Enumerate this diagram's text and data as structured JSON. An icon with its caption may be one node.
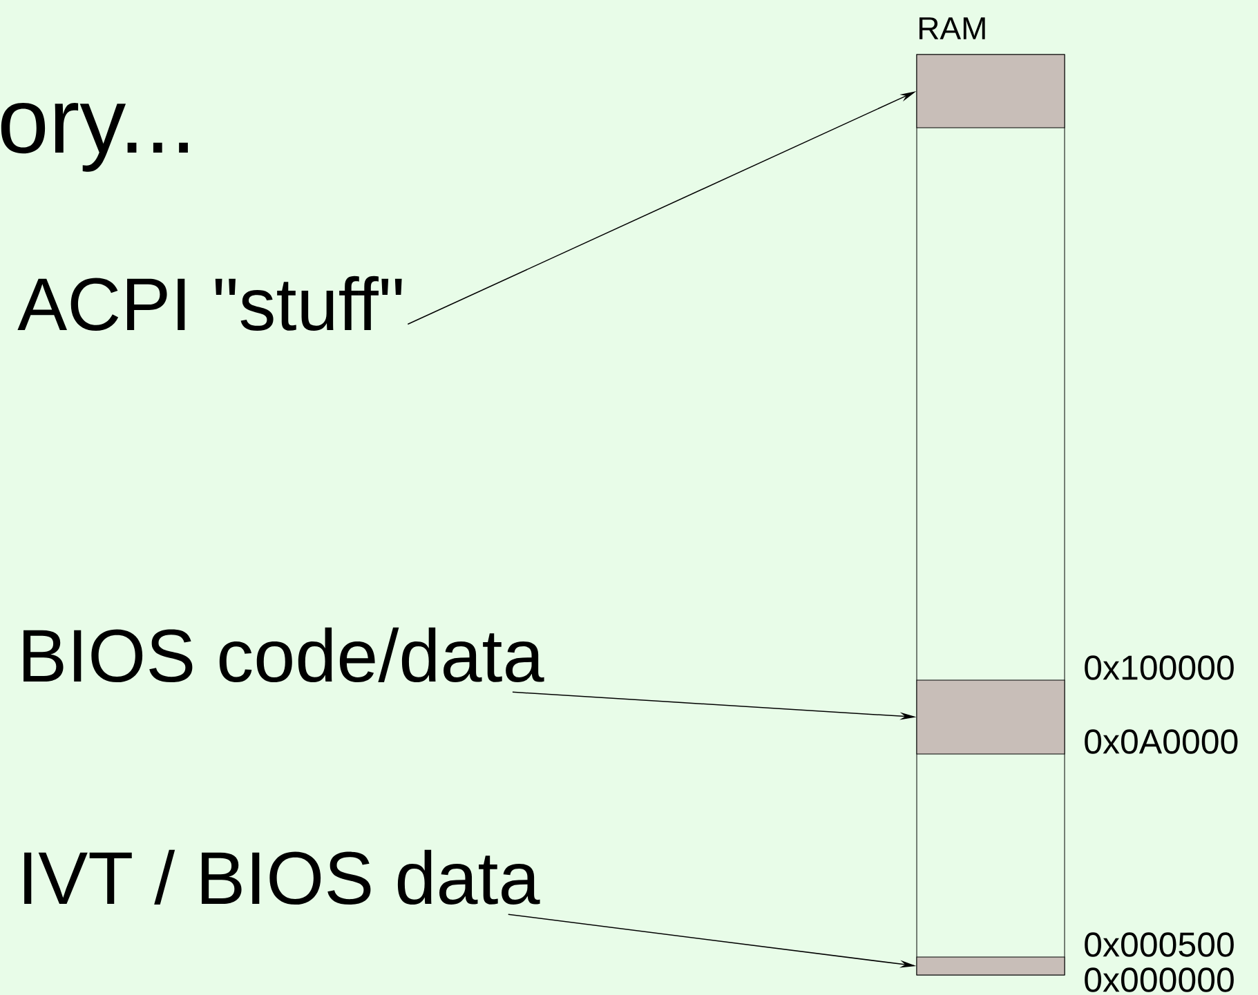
{
  "diagram": {
    "nodes": [
      {
        "text": [
          "RAM"
        ]
      },
      {
        "text": [],
        "shape": "bar",
        "in": 0
      },
      {
        "text": [],
        "shape": "bar",
        "in": 0
      },
      {
        "text": [],
        "shape": "bar",
        "in": 0
      },
      {
        "text": [
          "ACPI \"stuff\""
        ]
      },
      {
        "text": [
          "BIOS code/data"
        ]
      },
      {
        "text": [
          "IVT / BIOS data"
        ]
      }
    ],
    "edges": [
      {
        "from": 4,
        "to": 1,
        "arrow": "to"
      },
      {
        "from": 5,
        "to": 2,
        "arrow": "to"
      },
      {
        "from": 6,
        "to": 3,
        "arrow": "to"
      }
    ],
    "labels": [
      "ory...",
      "0x100000",
      "0x0A0000",
      "0x000500",
      "0x000000"
    ]
  }
}
